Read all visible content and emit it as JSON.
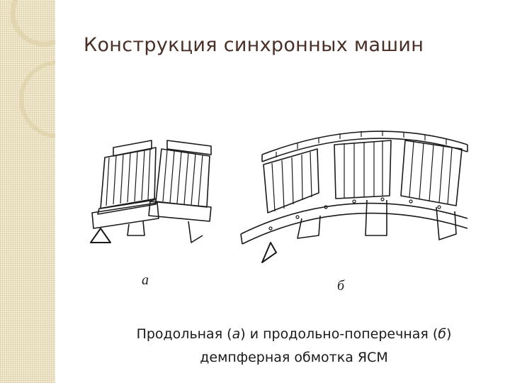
{
  "slide": {
    "title": "Конструкция синхронных машин",
    "figure": {
      "label_a": "а",
      "label_b": "б"
    },
    "caption": {
      "part1": "Продольная (",
      "a": "а",
      "part2": ") и продольно-поперечная (",
      "b": "б",
      "part3": ")",
      "line2": "демпферная обмотка ЯСМ"
    }
  }
}
